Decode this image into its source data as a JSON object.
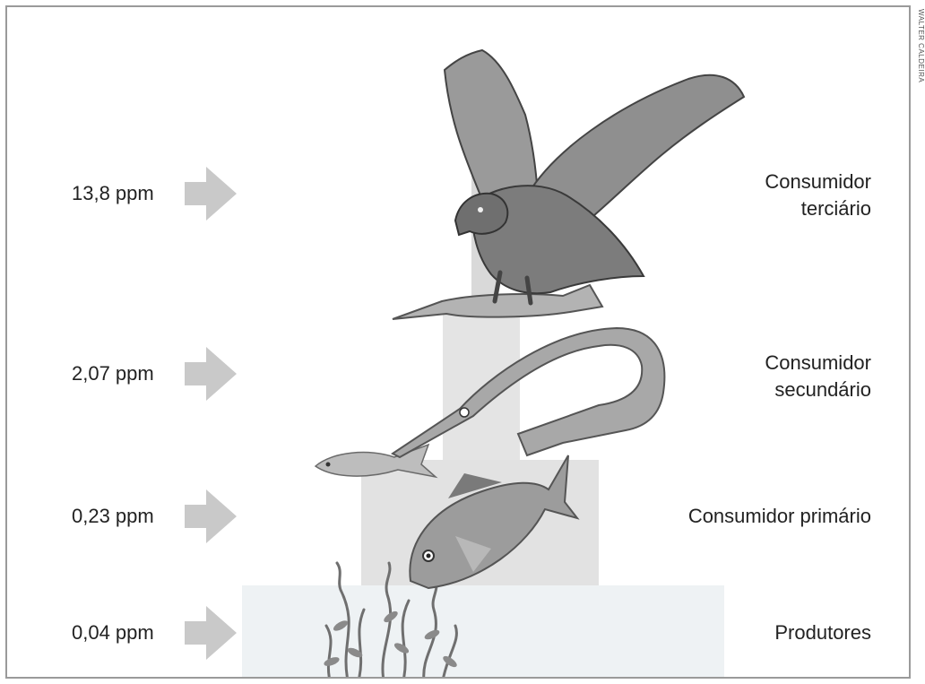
{
  "levels": [
    {
      "concentration": "13,8 ppm",
      "label_line1": "Consumidor",
      "label_line2": "terciário"
    },
    {
      "concentration": "2,07 ppm",
      "label_line1": "Consumidor",
      "label_line2": "secundário"
    },
    {
      "concentration": "0,23 ppm",
      "label_line1": "Consumidor primário",
      "label_line2": ""
    },
    {
      "concentration": "0,04 ppm",
      "label_line1": "Produtores",
      "label_line2": ""
    }
  ],
  "credit": "WALTER CALDEIRA",
  "colors": {
    "arrow": "#c9c9c9",
    "pyramid_block": "#e2e2e2",
    "base_block": "#eef2f4",
    "text": "#222222"
  }
}
